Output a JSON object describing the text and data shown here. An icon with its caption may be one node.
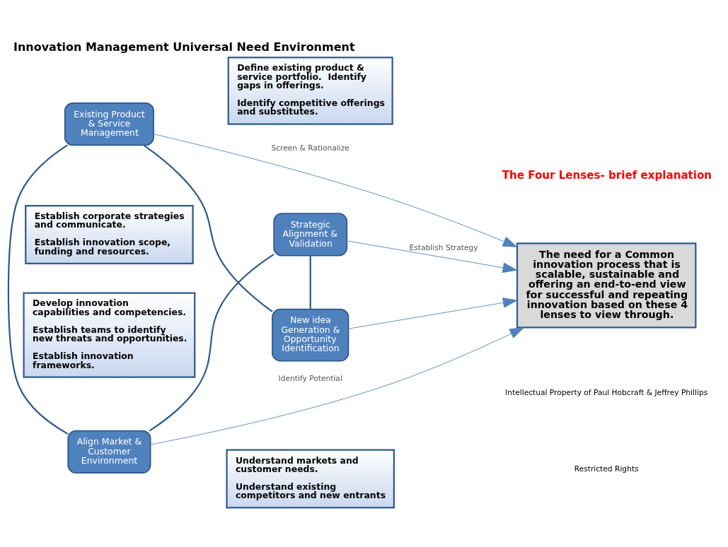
{
  "diagram": {
    "title": "Innovation Management Universal Need Environment",
    "nodes": [
      {
        "text": [
          "Align Market & Customer Environment"
        ]
      },
      {
        "text": [
          "Understand markets and customer needs.",
          "Understand existing competitors and new entrants"
        ]
      },
      {
        "text": [
          "Establish corporate strategies and communicate.",
          "Establish innovation scope, funding and resources."
        ]
      },
      {
        "text": [
          "Strategic Alignment & Validation"
        ]
      },
      {
        "text": [
          "The need for a Common innovation process that is scalable, sustainable and offering an end-to-end view for successful and repeating innovation based on these 4 lenses to view through."
        ]
      },
      {
        "text": [
          "Define existing product & service portfolio.  Identify gaps in offerings.",
          "Identify competitive offerings and substitutes."
        ]
      },
      {
        "text": [
          "Develop innovation capabilities and competencies.",
          "Establish teams to identify new threats and opportunities.",
          "Establish innovation frameworks."
        ]
      },
      {
        "text": [
          "Existing Product & Service Management"
        ]
      },
      {
        "text": [
          "New idea Generation & Opportunity Identification"
        ]
      }
    ],
    "edges": [
      {
        "from": 0,
        "to": 3,
        "arrow": "none"
      },
      {
        "from": 3,
        "to": 8,
        "arrow": "none"
      },
      {
        "from": 8,
        "to": 7,
        "arrow": "none"
      },
      {
        "from": 7,
        "to": 0,
        "arrow": "none"
      },
      {
        "from": 0,
        "to": 4,
        "arrow": "to",
        "label": "Identify Potential"
      },
      {
        "from": 3,
        "to": 4,
        "arrow": "to",
        "label": "Establish Strategy"
      },
      {
        "from": 7,
        "to": 4,
        "arrow": "to",
        "label": "Screen & Rationalize"
      },
      {
        "from": 8,
        "to": 4,
        "arrow": "to"
      }
    ],
    "labels": [
      "The Four Lenses- brief explanation",
      "Intellectual Property of Paul Hobcraft & Jeffrey Phillips",
      "Restricted Rights"
    ]
  }
}
